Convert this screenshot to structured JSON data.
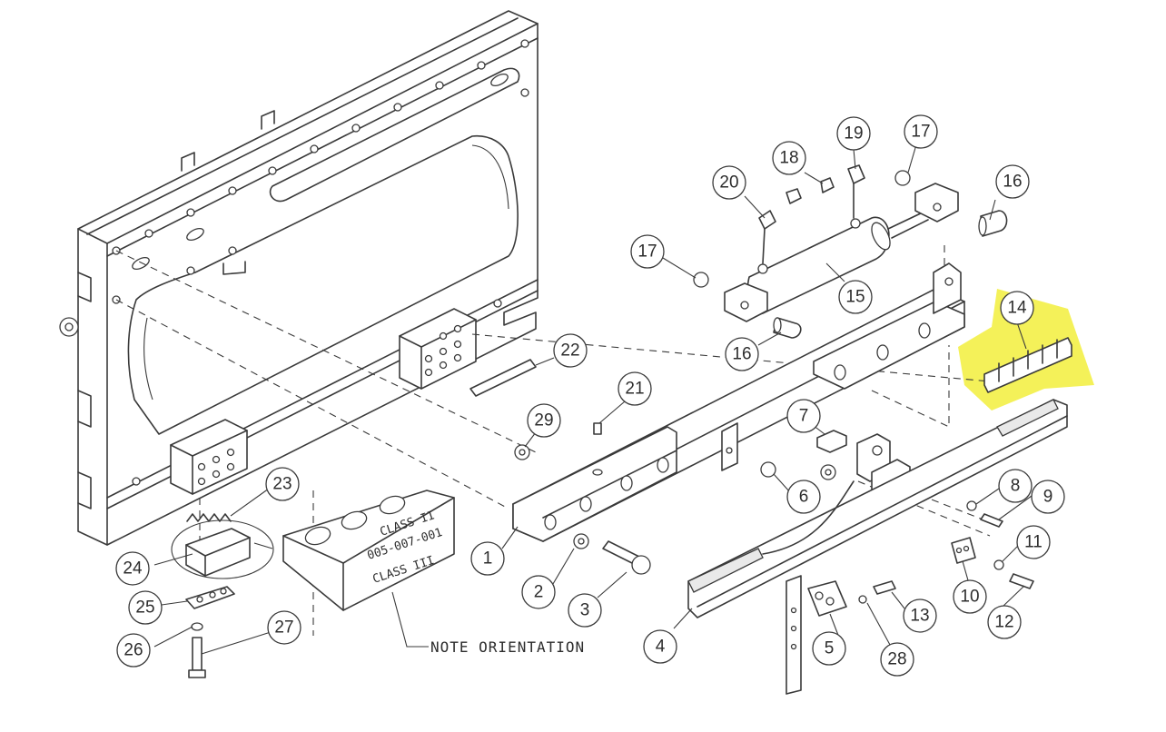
{
  "diagram": {
    "callouts": [
      {
        "id": "c1",
        "label": "1"
      },
      {
        "id": "c2",
        "label": "2"
      },
      {
        "id": "c3",
        "label": "3"
      },
      {
        "id": "c4",
        "label": "4"
      },
      {
        "id": "c5",
        "label": "5"
      },
      {
        "id": "c6",
        "label": "6"
      },
      {
        "id": "c7",
        "label": "7"
      },
      {
        "id": "c8",
        "label": "8"
      },
      {
        "id": "c9",
        "label": "9"
      },
      {
        "id": "c10",
        "label": "10"
      },
      {
        "id": "c11",
        "label": "11"
      },
      {
        "id": "c12",
        "label": "12"
      },
      {
        "id": "c13",
        "label": "13"
      },
      {
        "id": "c14",
        "label": "14",
        "highlighted": true
      },
      {
        "id": "c15",
        "label": "15"
      },
      {
        "id": "c16a",
        "label": "16"
      },
      {
        "id": "c16b",
        "label": "16"
      },
      {
        "id": "c17a",
        "label": "17"
      },
      {
        "id": "c17b",
        "label": "17"
      },
      {
        "id": "c18",
        "label": "18"
      },
      {
        "id": "c19",
        "label": "19"
      },
      {
        "id": "c20",
        "label": "20"
      },
      {
        "id": "c21",
        "label": "21"
      },
      {
        "id": "c22",
        "label": "22"
      },
      {
        "id": "c23",
        "label": "23"
      },
      {
        "id": "c24",
        "label": "24"
      },
      {
        "id": "c25",
        "label": "25"
      },
      {
        "id": "c26",
        "label": "26"
      },
      {
        "id": "c27",
        "label": "27"
      },
      {
        "id": "c28",
        "label": "28"
      },
      {
        "id": "c29",
        "label": "29"
      }
    ],
    "note": "NOTE ORIENTATION",
    "pad_labels": {
      "line1": "CLASS II",
      "line2": "005-007-001",
      "line3": "CLASS III"
    },
    "highlight_color": "#f2ee3c"
  }
}
